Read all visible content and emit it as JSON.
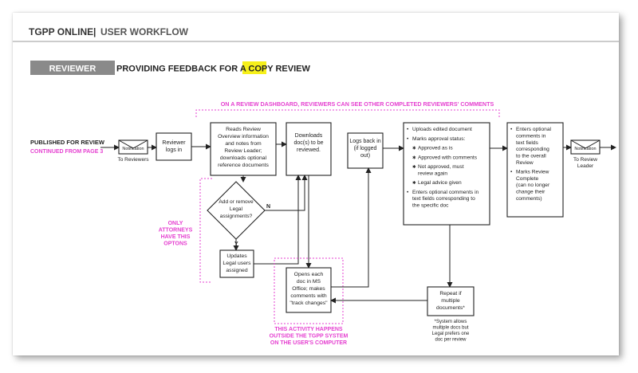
{
  "header": {
    "app": "TGPP ONLINE",
    "separator": "|",
    "section": "USER WORKFLOW"
  },
  "role_banner": {
    "role": "REVIEWER",
    "title_pre": "PROVIDING FEEDBACK FOR A ",
    "title_highlight": "COPY",
    "title_post": " REVIEW"
  },
  "top_note": "ON A REVIEW DASHBOARD, REVIEWERS CAN SEE OTHER COMPLETED REVIEWERS' COMMENTS",
  "start": {
    "label": "PUBLISHED FOR REVIEW",
    "continued": "CONTINUED FROM PAGE 3"
  },
  "notification_in": {
    "label": "Notification",
    "caption": "To Reviewers"
  },
  "notification_out": {
    "label": "Notification",
    "caption_lines": [
      "To Review",
      "Leader"
    ]
  },
  "steps": {
    "logs_in": [
      "Reviewer",
      "logs in"
    ],
    "reads": [
      "Reads Review",
      "Overview information",
      "and notes from",
      "Review Leader;",
      "downloads optional",
      "reference documents"
    ],
    "downloads": [
      "Downloads",
      "doc(s) to be",
      "reviewed."
    ],
    "logs_back": [
      "Logs back in",
      "(if logged",
      "out)"
    ],
    "decision": [
      "Add or remove",
      "Legal",
      "assignments?"
    ],
    "decision_n": "N",
    "decision_y": "Y",
    "updates": [
      "Updates",
      "Legal users",
      "assigned"
    ],
    "opens": [
      "Opens each",
      "doc in MS",
      "Office; makes",
      "comments with",
      "\"track changes\""
    ],
    "repeat": [
      "Repeat if",
      "multiple",
      "documents*"
    ],
    "repeat_note": [
      "*System allows",
      "multiple docs but",
      "Legal prefers one",
      "doc per review"
    ]
  },
  "approval": {
    "items": [
      {
        "bullet": "•",
        "lines": [
          "Uploads edited document"
        ]
      },
      {
        "bullet": "•",
        "lines": [
          "Marks approval status:"
        ]
      },
      {
        "bullet": "✱",
        "indent": true,
        "lines": [
          "Approved as is"
        ]
      },
      {
        "bullet": "✱",
        "indent": true,
        "lines": [
          "Approved with comments"
        ]
      },
      {
        "bullet": "✱",
        "indent": true,
        "lines": [
          "Not approved, must",
          "review again"
        ]
      },
      {
        "bullet": "✱",
        "indent": true,
        "lines": [
          "Legal advice given"
        ]
      },
      {
        "bullet": "•",
        "lines": [
          "Enters optional comments in",
          "text fields corresponding to",
          "the specific doc"
        ]
      }
    ]
  },
  "final": {
    "items": [
      {
        "bullet": "•",
        "lines": [
          "Enters optional",
          "comments in",
          "text fields",
          "corresponding",
          "to the overall",
          "Review"
        ]
      },
      {
        "bullet": "•",
        "lines": [
          "Marks Review",
          "Complete",
          "(can no longer",
          "change their",
          "comments)"
        ]
      }
    ]
  },
  "attorney_note": [
    "ONLY",
    "ATTORNEYS",
    "HAVE THIS",
    "OPTONS"
  ],
  "outside_note": [
    "THIS ACTIVITY HAPPENS",
    "OUTSIDE THE TGPP SYSTEM",
    "ON THE USER'S COMPUTER"
  ],
  "colors": {
    "accent_pink": "#e53fd0",
    "highlight_yellow": "#f6f01a",
    "role_grey": "#8a8a8a"
  }
}
